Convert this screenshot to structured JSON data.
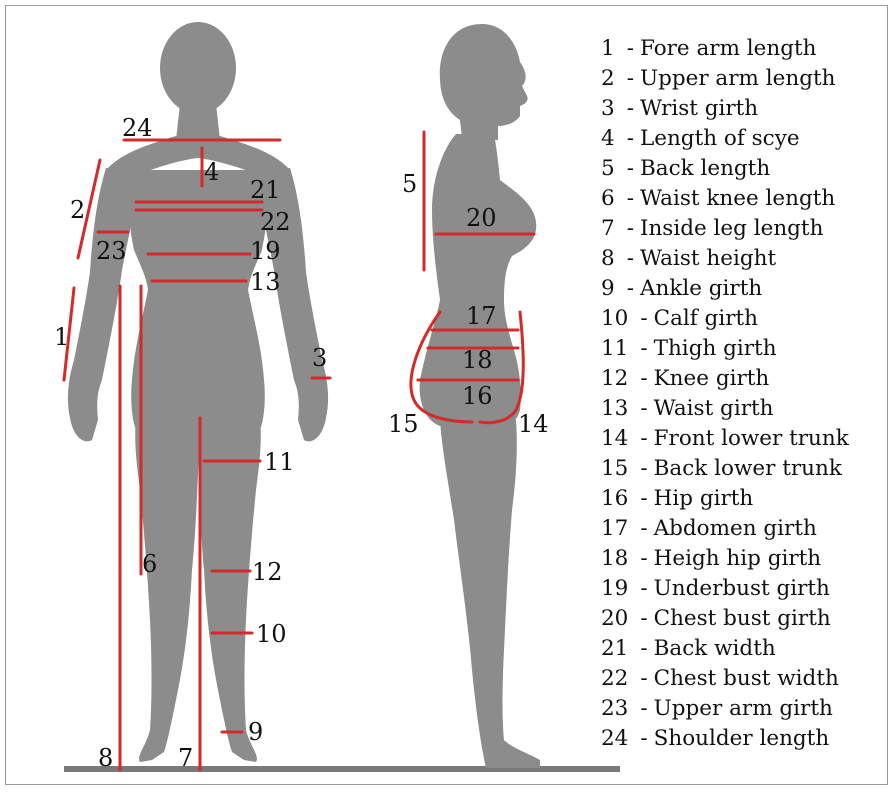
{
  "measurements": [
    {
      "number": "1",
      "name": "Fore arm length"
    },
    {
      "number": "2",
      "name": "Upper arm length"
    },
    {
      "number": "3",
      "name": "Wrist girth"
    },
    {
      "number": "4",
      "name": "Length of scye"
    },
    {
      "number": "5",
      "name": "Back length"
    },
    {
      "number": "6",
      "name": "Waist knee length"
    },
    {
      "number": "7",
      "name": "Inside leg length"
    },
    {
      "number": "8",
      "name": "Waist height"
    },
    {
      "number": "9",
      "name": "Ankle girth"
    },
    {
      "number": "10",
      "name": "Calf girth"
    },
    {
      "number": "11",
      "name": "Thigh girth"
    },
    {
      "number": "12",
      "name": "Knee girth"
    },
    {
      "number": "13",
      "name": "Waist girth"
    },
    {
      "number": "14",
      "name": "Front lower trunk"
    },
    {
      "number": "15",
      "name": "Back lower trunk"
    },
    {
      "number": "16",
      "name": "Hip girth"
    },
    {
      "number": "17",
      "name": "Abdomen girth"
    },
    {
      "number": "18",
      "name": "Heigh hip girth"
    },
    {
      "number": "19",
      "name": "Underbust girth"
    },
    {
      "number": "20",
      "name": "Chest bust girth"
    },
    {
      "number": "21",
      "name": "Back width"
    },
    {
      "number": "22",
      "name": "Chest bust width"
    },
    {
      "number": "23",
      "name": "Upper arm girth"
    },
    {
      "number": "24",
      "name": "Shoulder length"
    }
  ],
  "separator": "-",
  "colors": {
    "silhouette": "#8c8c8c",
    "measure_line": "#d42a2a",
    "ground": "#7a7a7a",
    "text": "#111111"
  }
}
